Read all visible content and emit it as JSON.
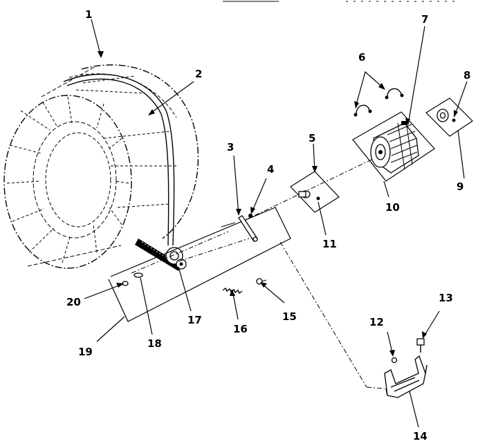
{
  "diagram": {
    "colors": {
      "ink": "#000000",
      "paper": "#ffffff"
    },
    "callouts": [
      {
        "id": "1",
        "label": "1"
      },
      {
        "id": "2",
        "label": "2"
      },
      {
        "id": "3",
        "label": "3"
      },
      {
        "id": "4",
        "label": "4"
      },
      {
        "id": "5",
        "label": "5"
      },
      {
        "id": "6",
        "label": "6"
      },
      {
        "id": "7",
        "label": "7"
      },
      {
        "id": "8",
        "label": "8"
      },
      {
        "id": "9",
        "label": "9"
      },
      {
        "id": "10",
        "label": "10"
      },
      {
        "id": "11",
        "label": "11"
      },
      {
        "id": "12",
        "label": "12"
      },
      {
        "id": "13",
        "label": "13"
      },
      {
        "id": "14",
        "label": "14"
      },
      {
        "id": "15",
        "label": "15"
      },
      {
        "id": "16",
        "label": "16"
      },
      {
        "id": "17",
        "label": "17"
      },
      {
        "id": "18",
        "label": "18"
      },
      {
        "id": "19",
        "label": "19"
      },
      {
        "id": "20",
        "label": "20"
      }
    ]
  }
}
